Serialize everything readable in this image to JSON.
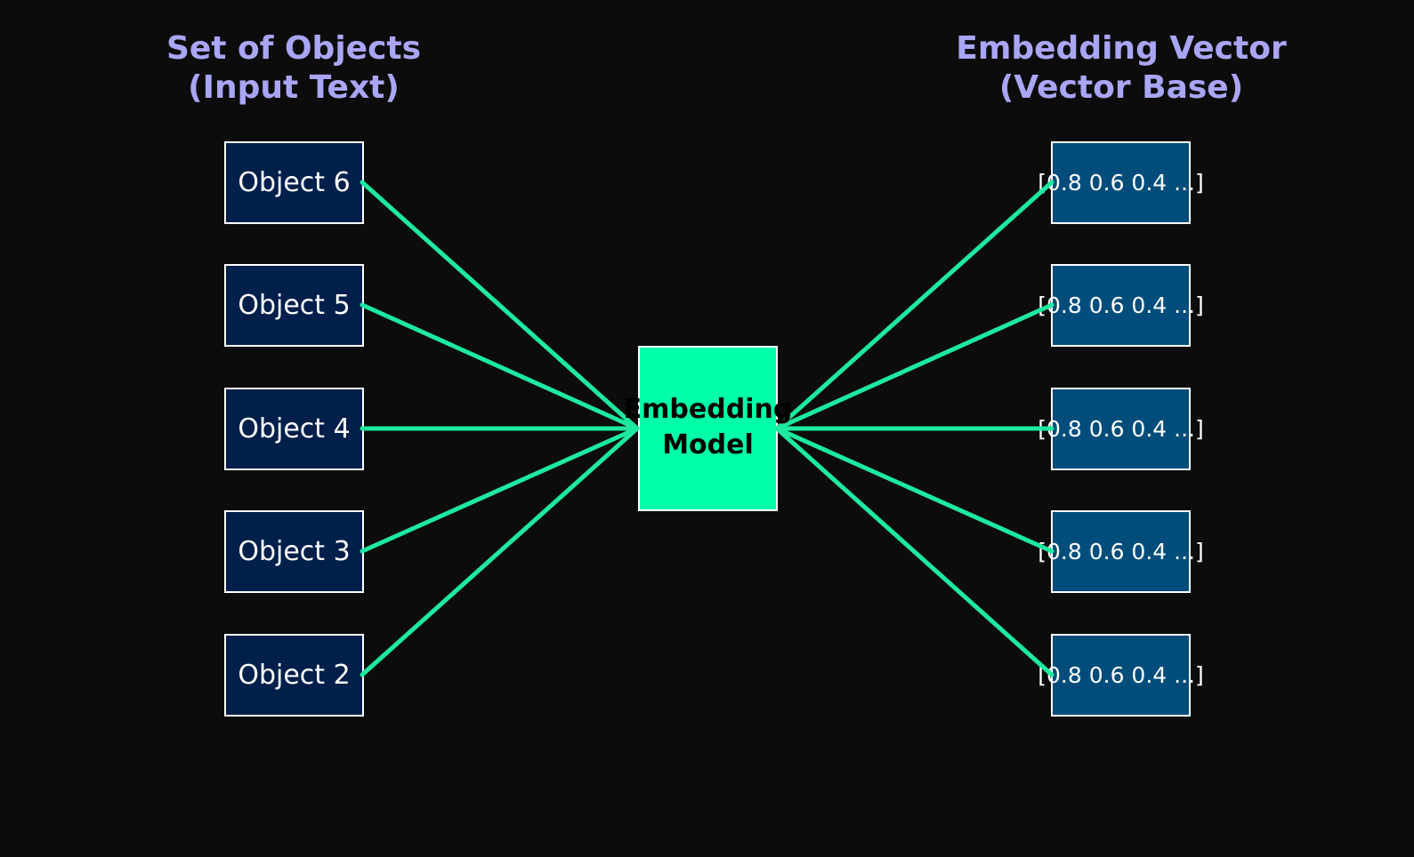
{
  "headings": {
    "left": [
      "Set of Objects",
      "(Input Text)"
    ],
    "right": [
      "Embedding Vector",
      "(Vector Base)"
    ]
  },
  "objects": [
    "Object 6",
    "Object 5",
    "Object 4",
    "Object 3",
    "Object 2"
  ],
  "vectors": [
    "[0.8 0.6 0.4 ...]",
    "[0.8 0.6 0.4 ...]",
    "[0.8 0.6 0.4 ...]",
    "[0.8 0.6 0.4 ...]",
    "[0.8 0.6 0.4 ...]"
  ],
  "model": {
    "line1": "Embedding",
    "line2": "Model"
  },
  "colors": {
    "background": "#0c0c0c",
    "heading": "#a9a6f6",
    "object_box": "#001f4a",
    "vector_box": "#004d7b",
    "model_box": "#00ffa8",
    "connector": "#1de9a0",
    "border": "#ffffff"
  }
}
